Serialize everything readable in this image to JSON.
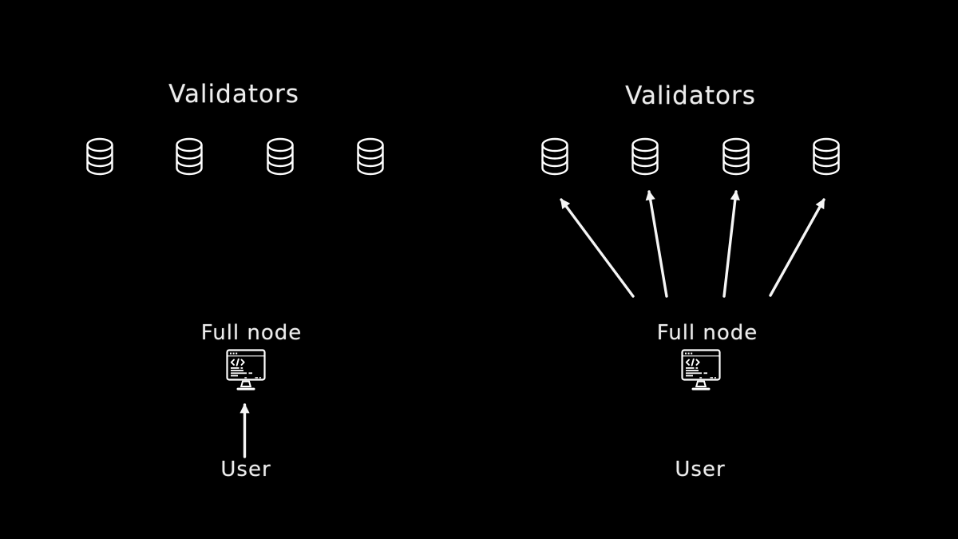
{
  "canvas": {
    "background_color": "#000000",
    "text_color": "#ededed",
    "icon_color": "#ffffff"
  },
  "panels": [
    {
      "title": "Validators",
      "validator_count": 4,
      "validator_icon": "database-icon",
      "full_node_label": "Full node",
      "full_node_icon": "code-monitor-icon",
      "user_label": "User",
      "arrows": [
        "user-to-full-node"
      ]
    },
    {
      "title": "Validators",
      "validator_count": 4,
      "validator_icon": "database-icon",
      "full_node_label": "Full node",
      "full_node_icon": "code-monitor-icon",
      "user_label": "User",
      "arrows": [
        "full-node-to-validator-1",
        "full-node-to-validator-2",
        "full-node-to-validator-3",
        "full-node-to-validator-4"
      ]
    }
  ]
}
